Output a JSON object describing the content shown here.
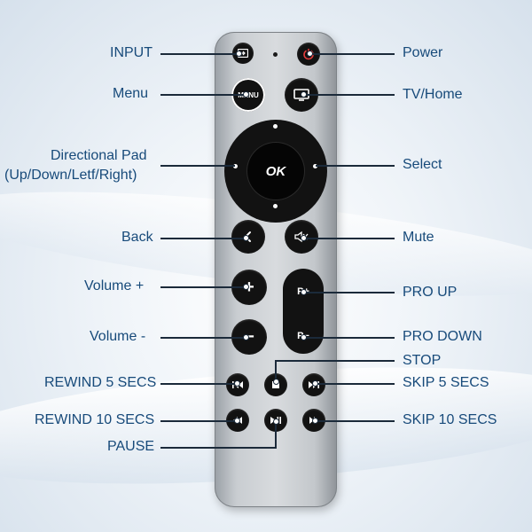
{
  "labels": {
    "input": "INPUT",
    "menu": "Menu",
    "dpad_line1": "Directional Pad",
    "dpad_line2": "(Up/Down/Letf/Right)",
    "back": "Back",
    "volume_up": "Volume +",
    "volume_down": "Volume -",
    "rewind5": "REWIND 5 SECS",
    "rewind10": "REWIND 10 SECS",
    "pause": "PAUSE",
    "power": "Power",
    "tv_home": "TV/Home",
    "select": "Select",
    "mute": "Mute",
    "pro_up": "PRO UP",
    "pro_down": "PRO DOWN",
    "stop": "STOP",
    "skip5": "SKIP 5 SECS",
    "skip10": "SKIP 10 SECS"
  },
  "remote": {
    "menu_text": "MENU",
    "ok_text": "OK",
    "plus_symbol": "+",
    "minus_symbol": "−",
    "pro_up_text": "P+",
    "pro_down_text": "P−"
  },
  "colors": {
    "label_text": "#174a7a",
    "power_icon": "#e23b3b",
    "button": "#121212"
  }
}
